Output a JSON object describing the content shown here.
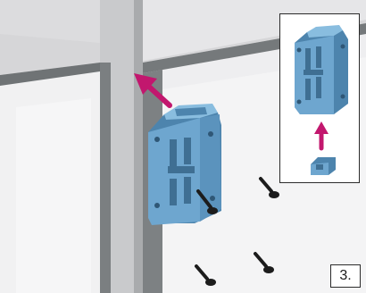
{
  "step": {
    "label": "3."
  },
  "colors": {
    "accent_arrow": "#c2176e",
    "bracket": "#6ea6cf",
    "bracket_dark": "#4d84ad",
    "wall_light": "#f2f2f3",
    "wall_shade": "#d9d9db",
    "cabinet_edge": "#7b7f81",
    "screw": "#1c1c1c"
  },
  "icons": {
    "main_arrow": "arrow-up-left-icon",
    "inset_arrow": "arrow-up-icon"
  },
  "parts": {
    "bracket": "mounting-bracket",
    "clip": "bracket-clip",
    "screws": "wall-screw"
  }
}
